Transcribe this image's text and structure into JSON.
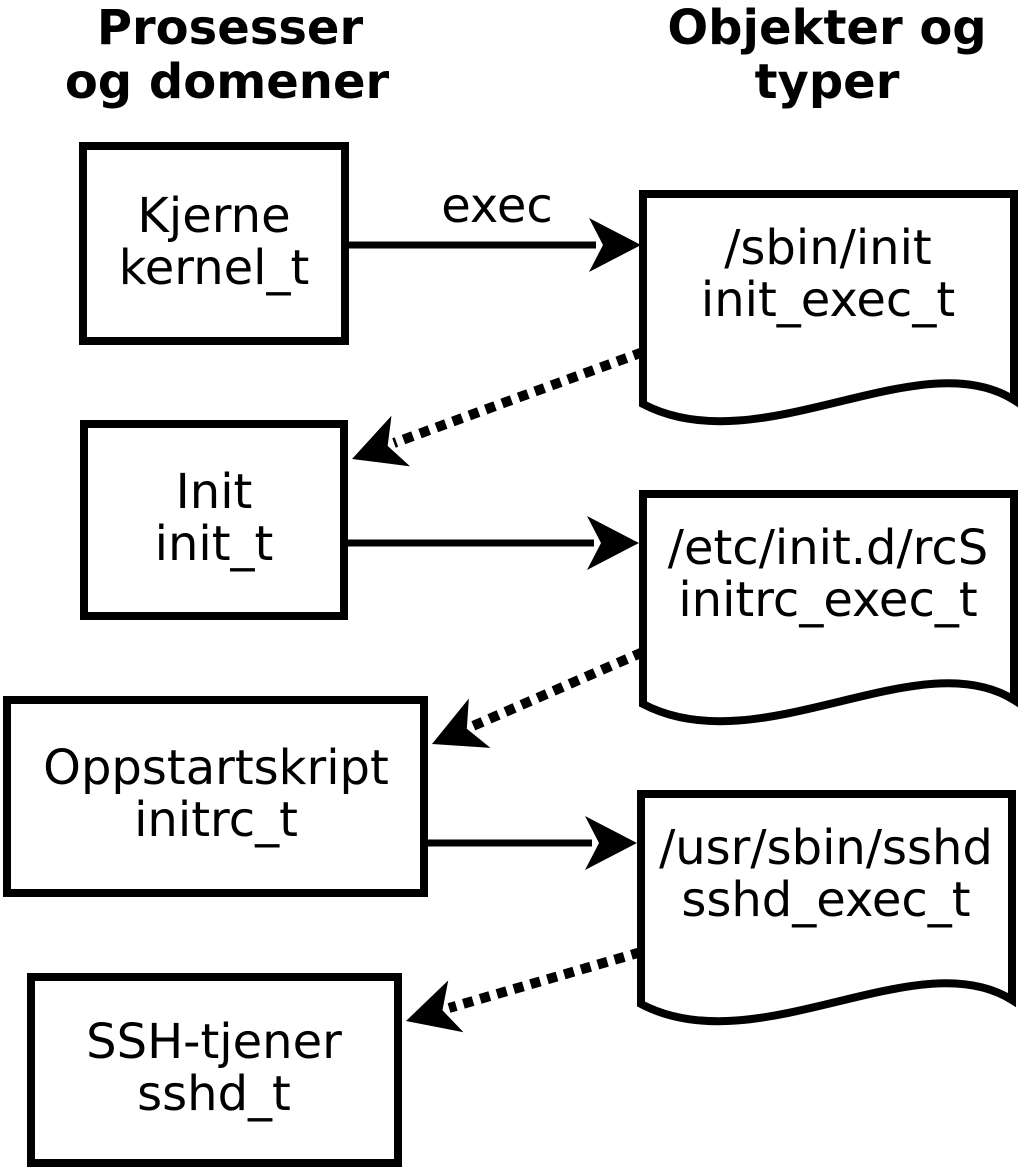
{
  "columns": {
    "left_title_line1": "Prosesser",
    "left_title_line2": "og domener",
    "right_title_line1": "Objekter og",
    "right_title_line2": "typer"
  },
  "process_boxes": [
    {
      "name": "Kjerne",
      "type": "kernel_t"
    },
    {
      "name": "Init",
      "type": "init_t"
    },
    {
      "name": "Oppstartskript",
      "type": "initrc_t"
    },
    {
      "name": "SSH-tjener",
      "type": "sshd_t"
    }
  ],
  "object_documents": [
    {
      "path": "/sbin/init",
      "type": "init_exec_t"
    },
    {
      "path": "/etc/init.d/rcS",
      "type": "initrc_exec_t"
    },
    {
      "path": "/usr/sbin/sshd",
      "type": "sshd_exec_t"
    }
  ],
  "edges": {
    "exec_label": "exec",
    "solid_arrows": "execute: process box to file object",
    "dotted_arrows": "domain transition: file object to new process domain"
  },
  "colors": {
    "stroke": "#000000",
    "background": "#ffffff"
  }
}
